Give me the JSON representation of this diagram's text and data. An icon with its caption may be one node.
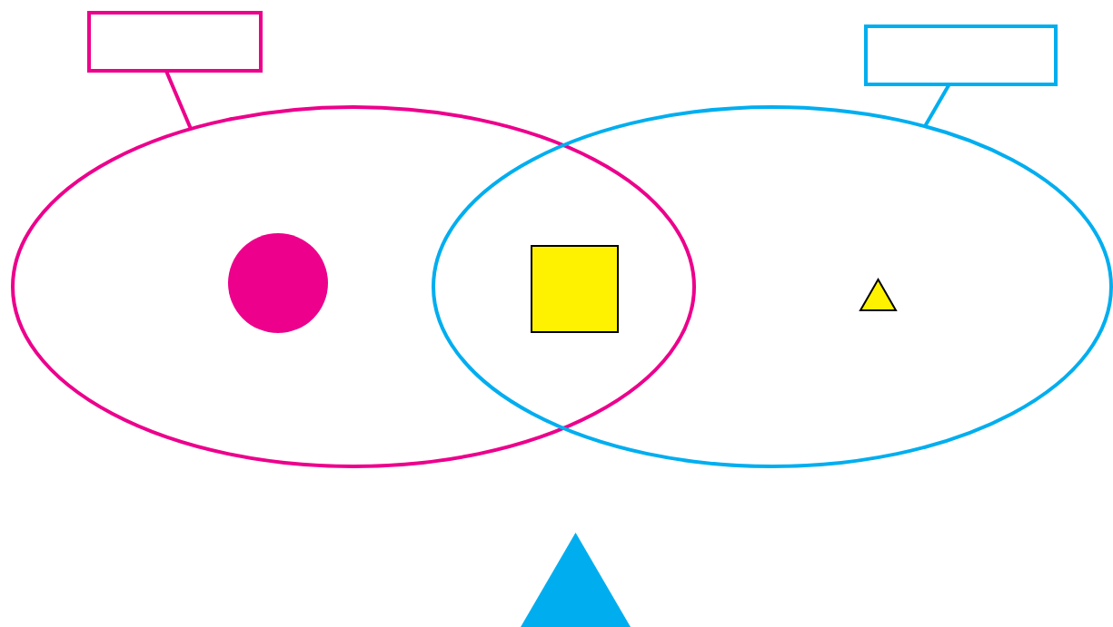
{
  "diagram": {
    "nodes": [
      {
        "text": [],
        "shape": "box"
      },
      {
        "text": [],
        "shape": "box"
      },
      {
        "text": [],
        "shape": "ellipse"
      },
      {
        "text": [],
        "shape": "ellipse"
      },
      {
        "text": [],
        "shape": "circle",
        "in": 2
      },
      {
        "text": [],
        "shape": "box"
      },
      {
        "text": [],
        "shape": "triangle",
        "in": 3
      },
      {
        "text": [],
        "shape": "triangle"
      }
    ],
    "edges": [
      {
        "from": 0,
        "to": 2,
        "arrow": "none",
        "color": "#ec008c"
      },
      {
        "from": 1,
        "to": 3,
        "arrow": "none",
        "color": "#00aeef"
      }
    ]
  }
}
